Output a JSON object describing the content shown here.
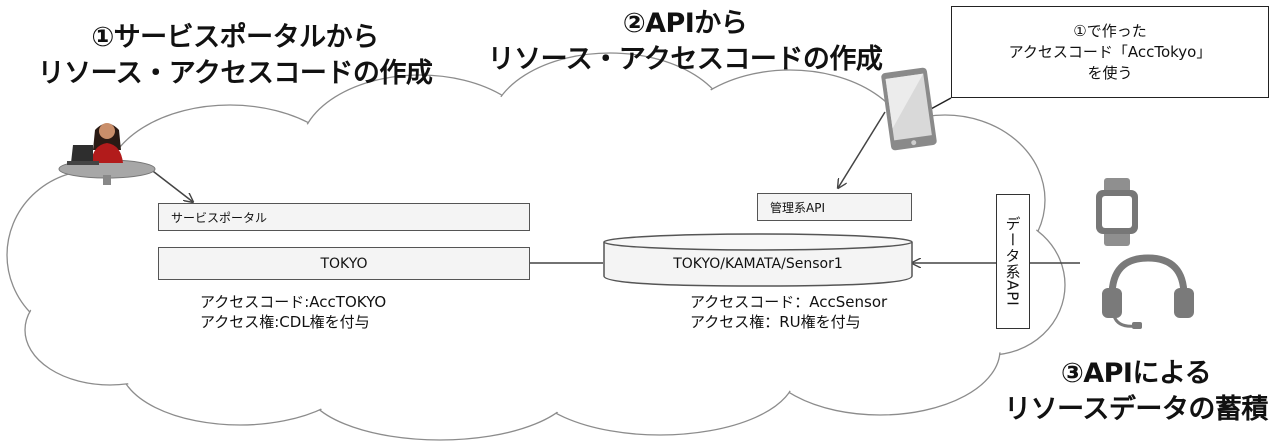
{
  "step1": {
    "line1": "①サービスポータルから",
    "line2": "リソース・アクセスコードの作成"
  },
  "step2": {
    "line1": "②APIから",
    "line2": "リソース・アクセスコードの作成"
  },
  "step3": {
    "line1": "③APIによる",
    "line2": "リソースデータの蓄積"
  },
  "callout": {
    "line1": "①で作った",
    "line2": "アクセスコード「AccTokyo」",
    "line3": "を使う"
  },
  "service_portal": {
    "label": "サービスポータル"
  },
  "tokyo_box": {
    "label": "TOKYO",
    "access_code": "アクセスコード:AccTOKYO",
    "access_right": "アクセス権:CDL権を付与"
  },
  "management_api": {
    "label": "管理系API"
  },
  "sensor_resource": {
    "label": "TOKYO/KAMATA/Sensor1",
    "access_code": "アクセスコード：AccSensor",
    "access_right": "アクセス権：RU権を付与"
  },
  "data_api": {
    "label": "データ系API"
  },
  "icons": [
    "person-at-laptop-icon",
    "tablet-icon",
    "smartwatch-icon",
    "headset-icon"
  ]
}
